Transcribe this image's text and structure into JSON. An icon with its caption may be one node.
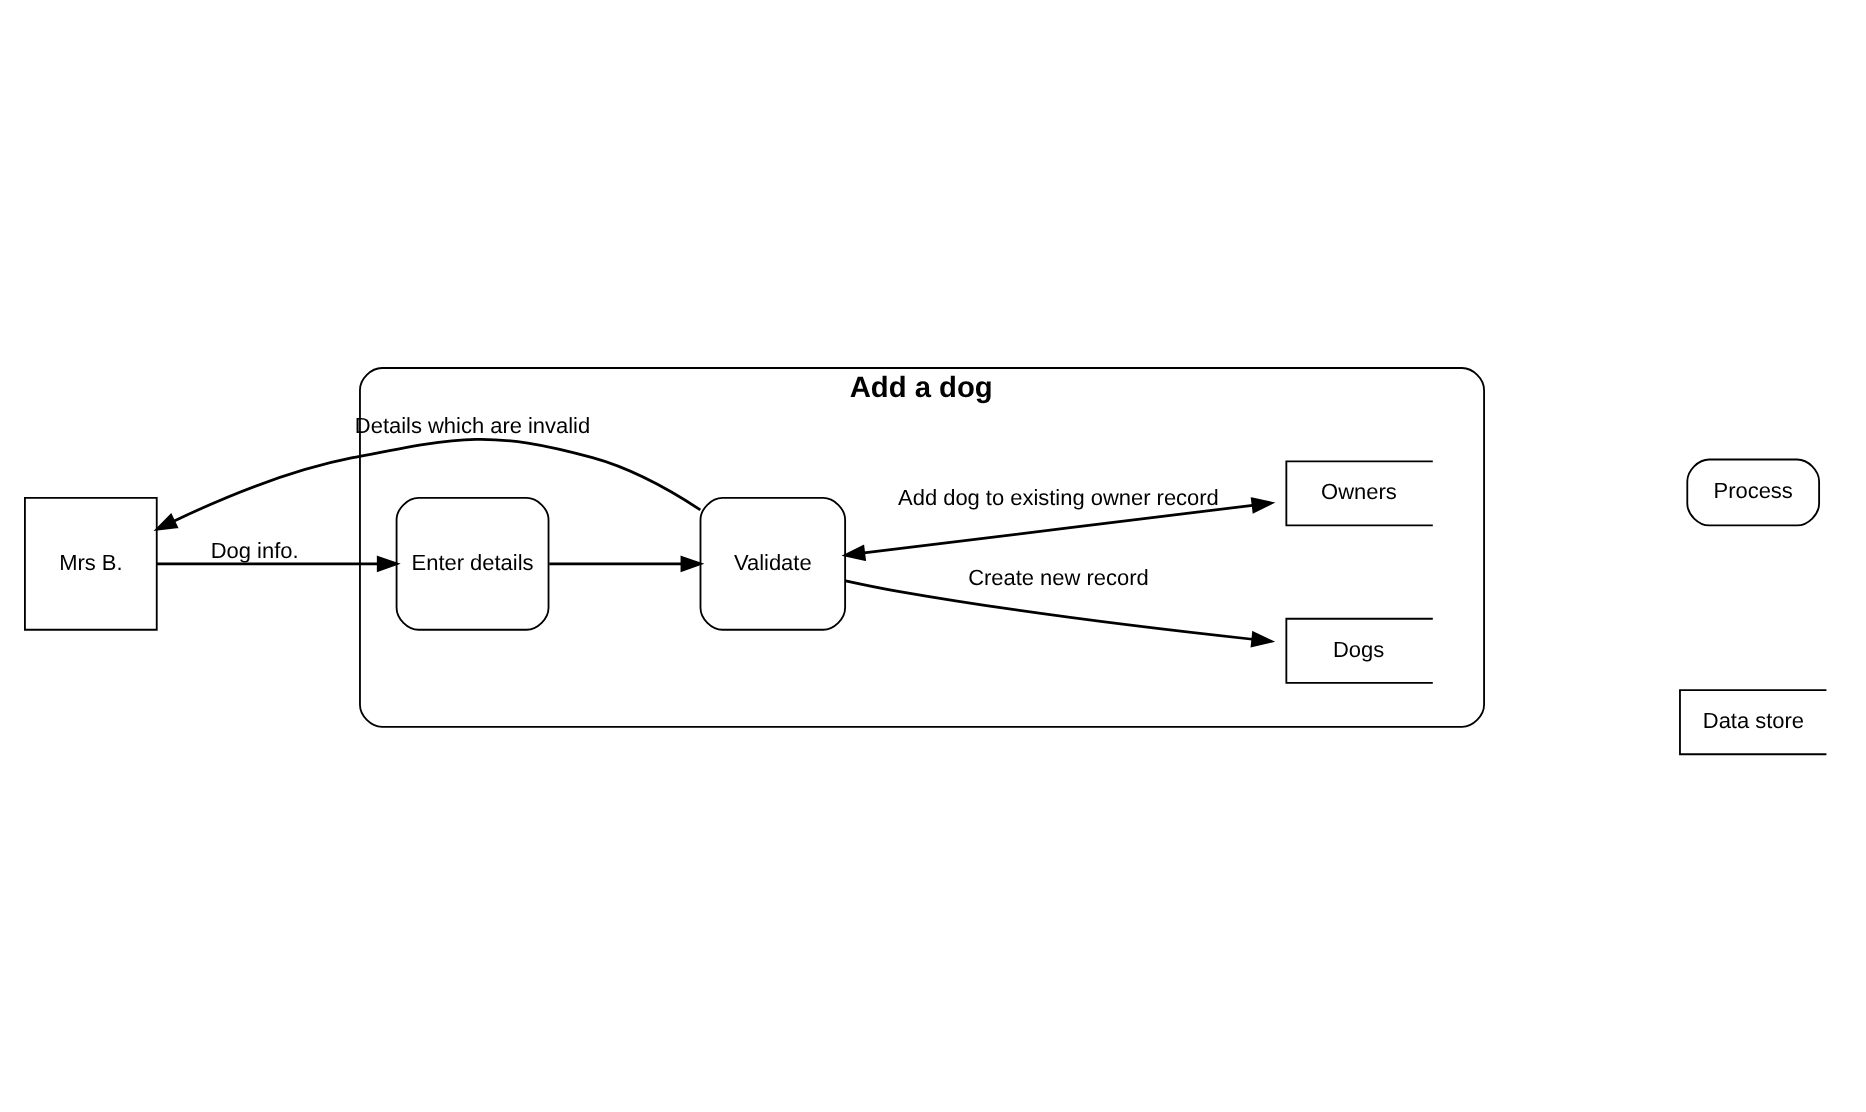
{
  "diagram": {
    "nodes": [
      {
        "text": [
          "Add a dog"
        ]
      },
      {
        "text": [
          "Mrs B."
        ]
      },
      {
        "text": [
          "Enter details"
        ],
        "in": 0
      },
      {
        "text": [
          "Validate"
        ],
        "in": 0
      },
      {
        "text": [
          "Dogs"
        ],
        "in": 0
      },
      {
        "text": [
          "Owners"
        ],
        "in": 0
      }
    ],
    "edges": [
      {
        "from": 3,
        "to": 1,
        "arrow": "to",
        "label": "Details which are invalid"
      },
      {
        "from": 1,
        "to": 2,
        "arrow": "to",
        "label": "Dog info."
      },
      {
        "from": 2,
        "to": 3,
        "arrow": "to"
      },
      {
        "from": 3,
        "to": 4,
        "arrow": "to",
        "label": "Create new record"
      },
      {
        "from": 3,
        "to": 5,
        "arrow": "both",
        "label": "Add dog to existing owner record"
      }
    ],
    "legend": [
      {
        "text": "Process"
      },
      {
        "text": "Data store"
      }
    ]
  }
}
